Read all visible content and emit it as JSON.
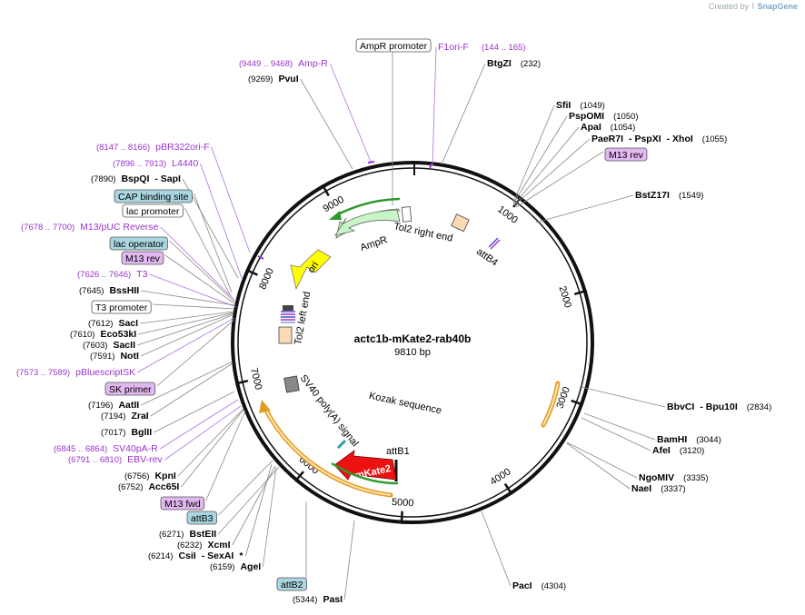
{
  "credit": {
    "prefix": "Created by",
    "brand": "SnapGene"
  },
  "plasmid": {
    "name": "actc1b-mKate2-rab40b",
    "size": "9810 bp",
    "length": 9810
  },
  "colors": {
    "enzyme": "#000000",
    "primer": "#9933cc",
    "feature_fill_green": "#c8f5c8",
    "mkate2": "#ff0000",
    "ori": "#ffff00",
    "attb_fill": "#a9d6e0",
    "primer_box_fill": "#e2b8f0"
  },
  "ticks": [
    "1000",
    "2000",
    "3000",
    "4000",
    "5000",
    "6000",
    "7000",
    "8000",
    "9000"
  ],
  "features": {
    "ampr": "AmpR",
    "tol2_right": "Tol2 right end",
    "attb4": "attB4",
    "ori": "ori",
    "tol2_left": "Tol2 left end",
    "sv40": "SV40 poly(A) signal",
    "kozak": "Kozak sequence",
    "attb1": "attB1",
    "mkate2": "mKate2"
  },
  "labels": [
    {
      "id": "ampr-promoter",
      "text": "AmpR promoter",
      "kind": "box-white"
    },
    {
      "id": "f1ori-f",
      "text": "F1ori-F",
      "range": "(144 .. 165)",
      "kind": "primer"
    },
    {
      "id": "btgzi",
      "text": "BtgZI",
      "pos": "(232)",
      "kind": "enzyme"
    },
    {
      "id": "ampr-primer",
      "text": "Amp-R",
      "range": "(9449 .. 9468)",
      "kind": "primer"
    },
    {
      "id": "pvui",
      "text": "PvuI",
      "pos": "(9269)",
      "kind": "enzyme"
    },
    {
      "id": "sfii",
      "text": "SfiI",
      "pos": "(1049)",
      "kind": "enzyme"
    },
    {
      "id": "pspomi",
      "text": "PspOMI",
      "pos": "(1050)",
      "kind": "enzyme"
    },
    {
      "id": "apai",
      "text": "ApaI",
      "pos": "(1054)",
      "kind": "enzyme"
    },
    {
      "id": "paer7i",
      "text": "PaeR7I",
      "extra1": "- PspXI",
      "extra2": "- XhoI",
      "pos": "(1055)",
      "kind": "enzyme"
    },
    {
      "id": "m13rev-right",
      "text": "M13 rev",
      "kind": "box-purple"
    },
    {
      "id": "bstz17i",
      "text": "BstZ17I",
      "pos": "(1549)",
      "kind": "enzyme"
    },
    {
      "id": "pbr322",
      "text": "pBR322ori-F",
      "range": "(8147 .. 8166)",
      "kind": "primer"
    },
    {
      "id": "l4440",
      "text": "L4440",
      "range": "(7896 .. 7913)",
      "kind": "primer"
    },
    {
      "id": "bspqi",
      "text": "BspQI",
      "extra1": "- SapI",
      "pos": "(7890)",
      "kind": "enzyme"
    },
    {
      "id": "cap",
      "text": "CAP binding site",
      "kind": "box-blue"
    },
    {
      "id": "lac-promoter",
      "text": "lac promoter",
      "kind": "box-white"
    },
    {
      "id": "m13puc",
      "text": "M13/pUC Reverse",
      "range": "(7678 .. 7700)",
      "kind": "primer"
    },
    {
      "id": "lac-operator",
      "text": "lac operator",
      "kind": "box-blue"
    },
    {
      "id": "m13rev-left",
      "text": "M13 rev",
      "kind": "box-purple"
    },
    {
      "id": "t3",
      "text": "T3",
      "range": "(7626 .. 7646)",
      "kind": "primer"
    },
    {
      "id": "bsshii",
      "text": "BssHII",
      "pos": "(7645)",
      "kind": "enzyme"
    },
    {
      "id": "t3-promoter",
      "text": "T3 promoter",
      "kind": "box-white"
    },
    {
      "id": "saci",
      "text": "SacI",
      "pos": "(7612)",
      "kind": "enzyme"
    },
    {
      "id": "eco53ki",
      "text": "Eco53kI",
      "pos": "(7610)",
      "kind": "enzyme"
    },
    {
      "id": "sacii",
      "text": "SacII",
      "pos": "(7603)",
      "kind": "enzyme"
    },
    {
      "id": "noti",
      "text": "NotI",
      "pos": "(7591)",
      "kind": "enzyme"
    },
    {
      "id": "pbluescriptsk",
      "text": "pBluescriptSK",
      "range": "(7573 .. 7589)",
      "kind": "primer"
    },
    {
      "id": "sk-primer",
      "text": "SK primer",
      "kind": "box-purple"
    },
    {
      "id": "aatii",
      "text": "AatII",
      "pos": "(7196)",
      "kind": "enzyme"
    },
    {
      "id": "zrai",
      "text": "ZraI",
      "pos": "(7194)",
      "kind": "enzyme"
    },
    {
      "id": "bglii",
      "text": "BglII",
      "pos": "(7017)",
      "kind": "enzyme"
    },
    {
      "id": "sv40pa-r",
      "text": "SV40pA-R",
      "range": "(6845 .. 6864)",
      "kind": "primer"
    },
    {
      "id": "ebv-rev",
      "text": "EBV-rev",
      "range": "(6791 .. 6810)",
      "kind": "primer"
    },
    {
      "id": "kpni",
      "text": "KpnI",
      "pos": "(6756)",
      "kind": "enzyme"
    },
    {
      "id": "acc65i",
      "text": "Acc65I",
      "pos": "(6752)",
      "kind": "enzyme"
    },
    {
      "id": "m13fwd",
      "text": "M13 fwd",
      "kind": "box-purple"
    },
    {
      "id": "attb3",
      "text": "attB3",
      "kind": "box-blue"
    },
    {
      "id": "bsteii",
      "text": "BstEII",
      "pos": "(6271)",
      "kind": "enzyme"
    },
    {
      "id": "xcmi",
      "text": "XcmI",
      "pos": "(6232)",
      "kind": "enzyme"
    },
    {
      "id": "csii",
      "text": "CsiI",
      "extra1": "- SexAI",
      "extra2": "*",
      "pos": "(6214)",
      "kind": "enzyme"
    },
    {
      "id": "agei",
      "text": "AgeI",
      "pos": "(6159)",
      "kind": "enzyme"
    },
    {
      "id": "attb2",
      "text": "attB2",
      "kind": "box-blue"
    },
    {
      "id": "pasi",
      "text": "PasI",
      "pos": "(5344)",
      "kind": "enzyme"
    },
    {
      "id": "paci",
      "text": "PacI",
      "pos": "(4304)",
      "kind": "enzyme"
    },
    {
      "id": "bbvci",
      "text": "BbvCI",
      "extra1": "- Bpu10I",
      "pos": "(2834)",
      "kind": "enzyme"
    },
    {
      "id": "bamhi",
      "text": "BamHI",
      "pos": "(3044)",
      "kind": "enzyme"
    },
    {
      "id": "afei",
      "text": "AfeI",
      "pos": "(3120)",
      "kind": "enzyme"
    },
    {
      "id": "ngomiv",
      "text": "NgoMIV",
      "pos": "(3335)",
      "kind": "enzyme"
    },
    {
      "id": "naei",
      "text": "NaeI",
      "pos": "(3337)",
      "kind": "enzyme"
    }
  ]
}
